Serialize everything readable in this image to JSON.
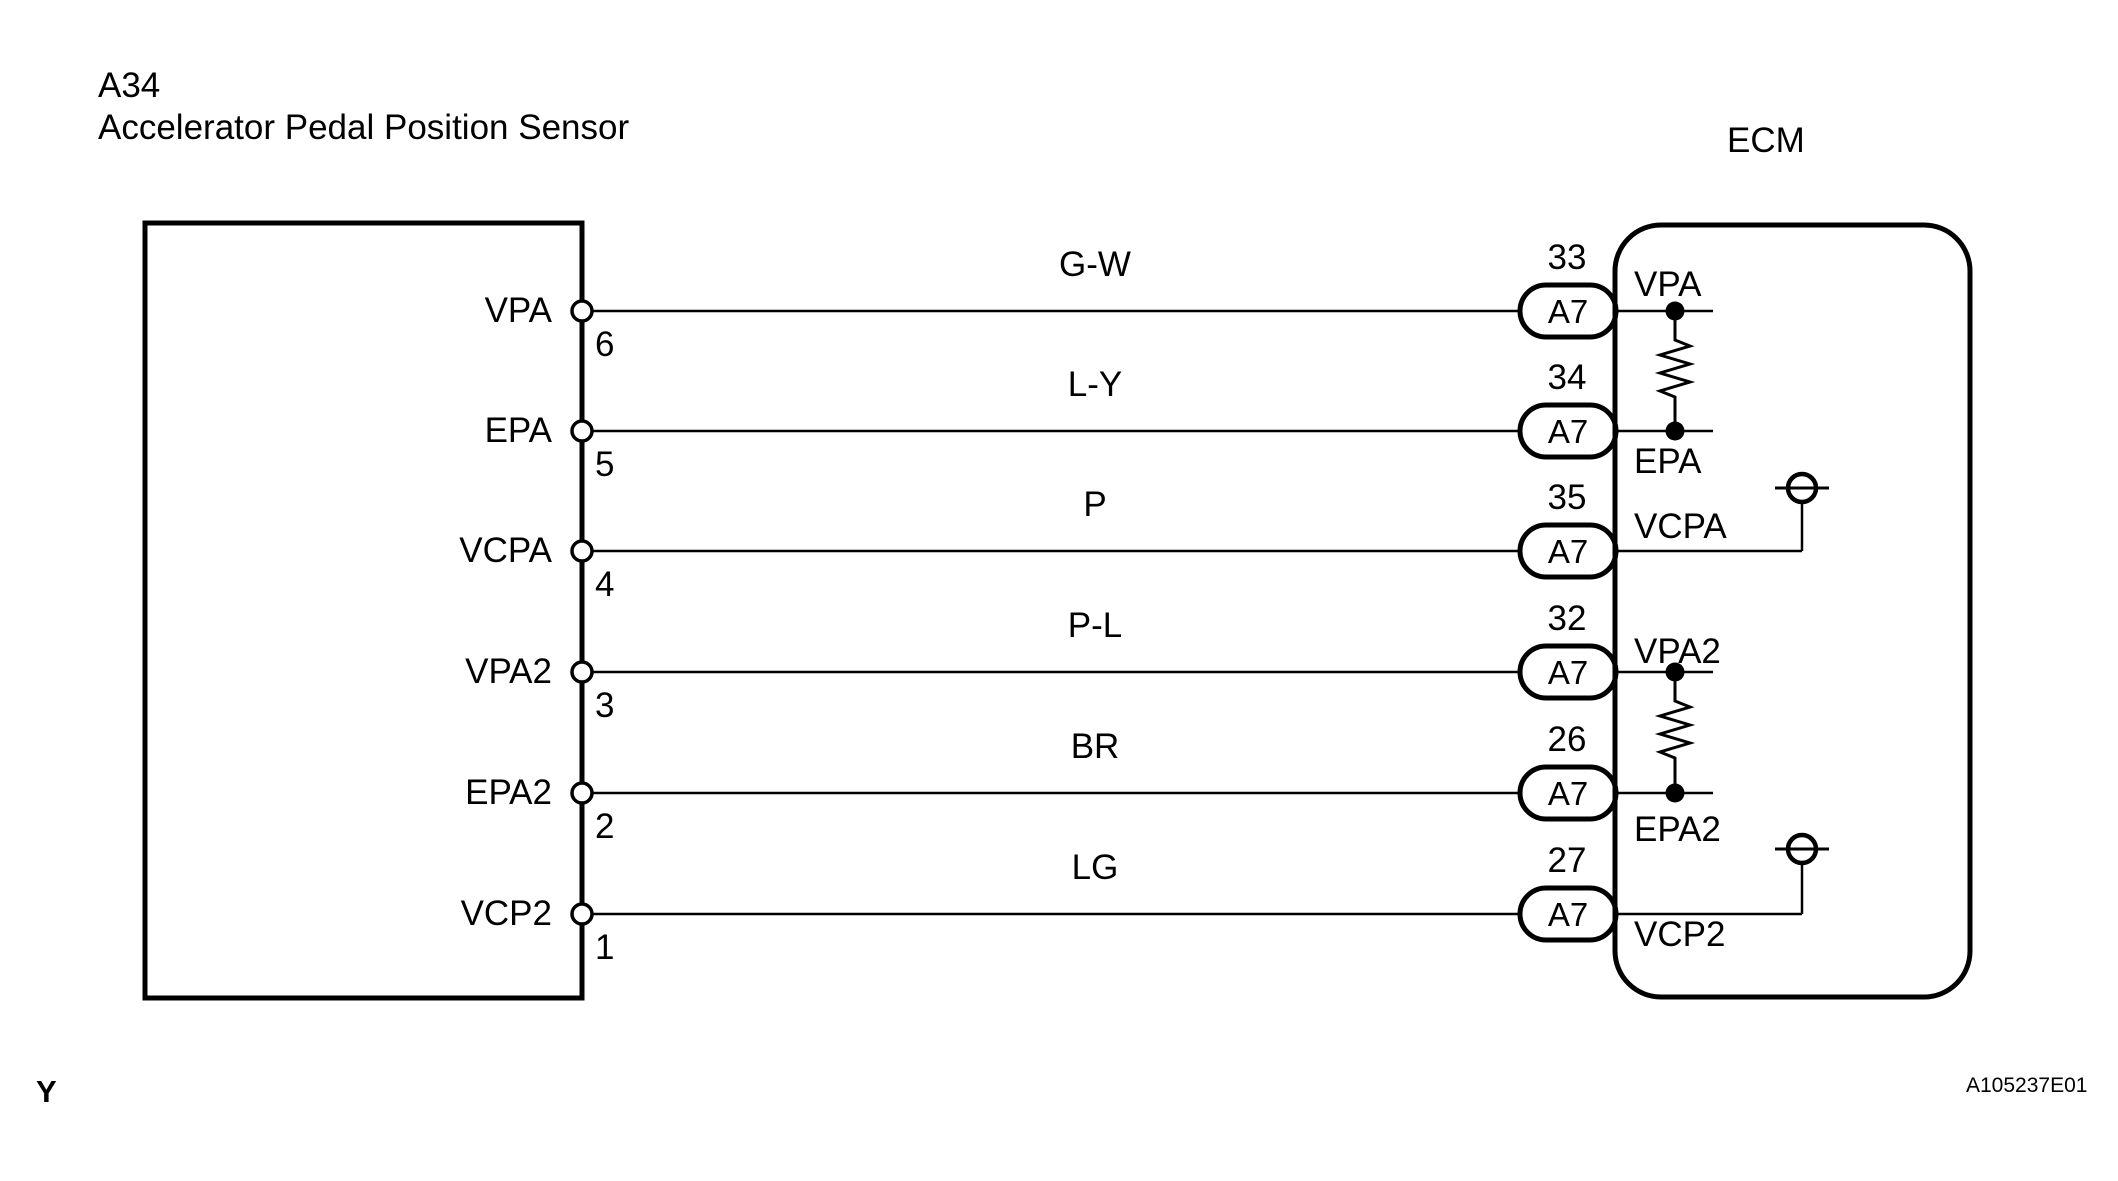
{
  "sensor": {
    "id": "A34",
    "name": "Accelerator Pedal Position Sensor",
    "pins": [
      {
        "label": "VPA",
        "number": "6"
      },
      {
        "label": "EPA",
        "number": "5"
      },
      {
        "label": "VCPA",
        "number": "4"
      },
      {
        "label": "VPA2",
        "number": "3"
      },
      {
        "label": "EPA2",
        "number": "2"
      },
      {
        "label": "VCP2",
        "number": "1"
      }
    ]
  },
  "wires": [
    {
      "color_code": "G-W"
    },
    {
      "color_code": "L-Y"
    },
    {
      "color_code": "P"
    },
    {
      "color_code": "P-L"
    },
    {
      "color_code": "BR"
    },
    {
      "color_code": "LG"
    }
  ],
  "ecm": {
    "label": "ECM",
    "terminals": [
      {
        "pin_number": "33",
        "connector": "A7",
        "signal": "VPA"
      },
      {
        "pin_number": "34",
        "connector": "A7",
        "signal": "EPA"
      },
      {
        "pin_number": "35",
        "connector": "A7",
        "signal": "VCPA"
      },
      {
        "pin_number": "32",
        "connector": "A7",
        "signal": "VPA2"
      },
      {
        "pin_number": "26",
        "connector": "A7",
        "signal": "EPA2"
      },
      {
        "pin_number": "27",
        "connector": "A7",
        "signal": "VCP2"
      }
    ]
  },
  "footer": {
    "page_marker": "Y",
    "figure_code": "A105237E01"
  },
  "colors": {
    "line": "#000000",
    "background": "#ffffff"
  }
}
